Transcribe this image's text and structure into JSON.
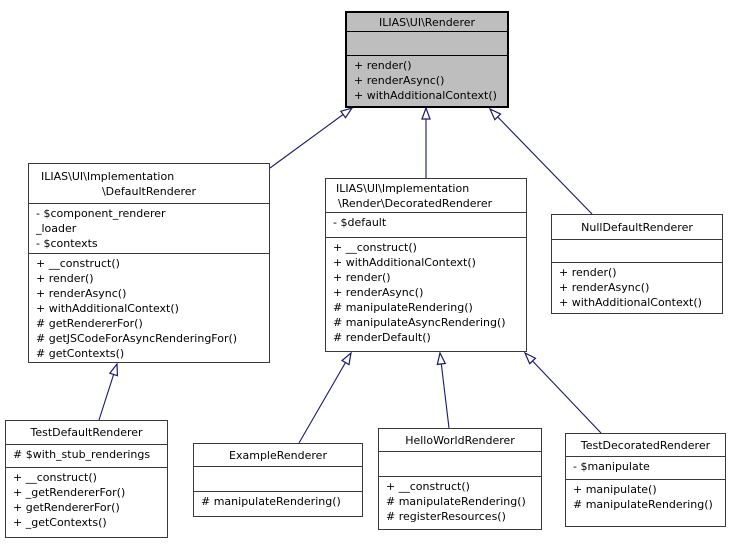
{
  "colors": {
    "edge": "#191970",
    "highlight_fill": "#bebebe",
    "node_border": "#3a3a3a",
    "background": "#ffffff"
  },
  "classes": {
    "renderer": {
      "title": [
        "ILIAS\\UI\\Renderer"
      ],
      "attributes": [],
      "methods": [
        "+ render()",
        "+ renderAsync()",
        "+ withAdditionalContext()"
      ]
    },
    "default_renderer": {
      "title": [
        "ILIAS\\UI\\Implementation",
        "\\DefaultRenderer"
      ],
      "attributes": [
        "- $component_renderer",
        "_loader",
        "- $contexts"
      ],
      "methods": [
        "+ __construct()",
        "+ render()",
        "+ renderAsync()",
        "+ withAdditionalContext()",
        "# getRendererFor()",
        "# getJSCodeForAsyncRenderingFor()",
        "# getContexts()"
      ]
    },
    "decorated_renderer": {
      "title": [
        "ILIAS\\UI\\Implementation",
        "\\Render\\DecoratedRenderer"
      ],
      "attributes": [
        "- $default"
      ],
      "methods": [
        "+ __construct()",
        "+ withAdditionalContext()",
        "+ render()",
        "+ renderAsync()",
        "# manipulateRendering()",
        "# manipulateAsyncRendering()",
        "# renderDefault()"
      ]
    },
    "null_default_renderer": {
      "title": [
        "NullDefaultRenderer"
      ],
      "attributes": [],
      "methods": [
        "+ render()",
        "+ renderAsync()",
        "+ withAdditionalContext()"
      ]
    },
    "test_default_renderer": {
      "title": [
        "TestDefaultRenderer"
      ],
      "attributes": [
        "# $with_stub_renderings"
      ],
      "methods": [
        "+ __construct()",
        "+ _getRendererFor()",
        "+ getRendererFor()",
        "+ _getContexts()"
      ]
    },
    "example_renderer": {
      "title": [
        "ExampleRenderer"
      ],
      "attributes": [],
      "methods": [
        "# manipulateRendering()"
      ]
    },
    "hello_world_renderer": {
      "title": [
        "HelloWorldRenderer"
      ],
      "attributes": [],
      "methods": [
        "+ __construct()",
        "# manipulateRendering()",
        "# registerResources()"
      ]
    },
    "test_decorated_renderer": {
      "title": [
        "TestDecoratedRenderer"
      ],
      "attributes": [
        "- $manipulate"
      ],
      "methods": [
        "+ manipulate()",
        "# manipulateRendering()"
      ]
    }
  },
  "edges": [
    {
      "from": "ILIAS\\UI\\Implementation\\DefaultRenderer",
      "to": "ILIAS\\UI\\Renderer"
    },
    {
      "from": "ILIAS\\UI\\Implementation\\Render\\DecoratedRenderer",
      "to": "ILIAS\\UI\\Renderer"
    },
    {
      "from": "NullDefaultRenderer",
      "to": "ILIAS\\UI\\Renderer"
    },
    {
      "from": "TestDefaultRenderer",
      "to": "ILIAS\\UI\\Implementation\\DefaultRenderer"
    },
    {
      "from": "ExampleRenderer",
      "to": "ILIAS\\UI\\Implementation\\Render\\DecoratedRenderer"
    },
    {
      "from": "HelloWorldRenderer",
      "to": "ILIAS\\UI\\Implementation\\Render\\DecoratedRenderer"
    },
    {
      "from": "TestDecoratedRenderer",
      "to": "ILIAS\\UI\\Implementation\\Render\\DecoratedRenderer"
    }
  ]
}
